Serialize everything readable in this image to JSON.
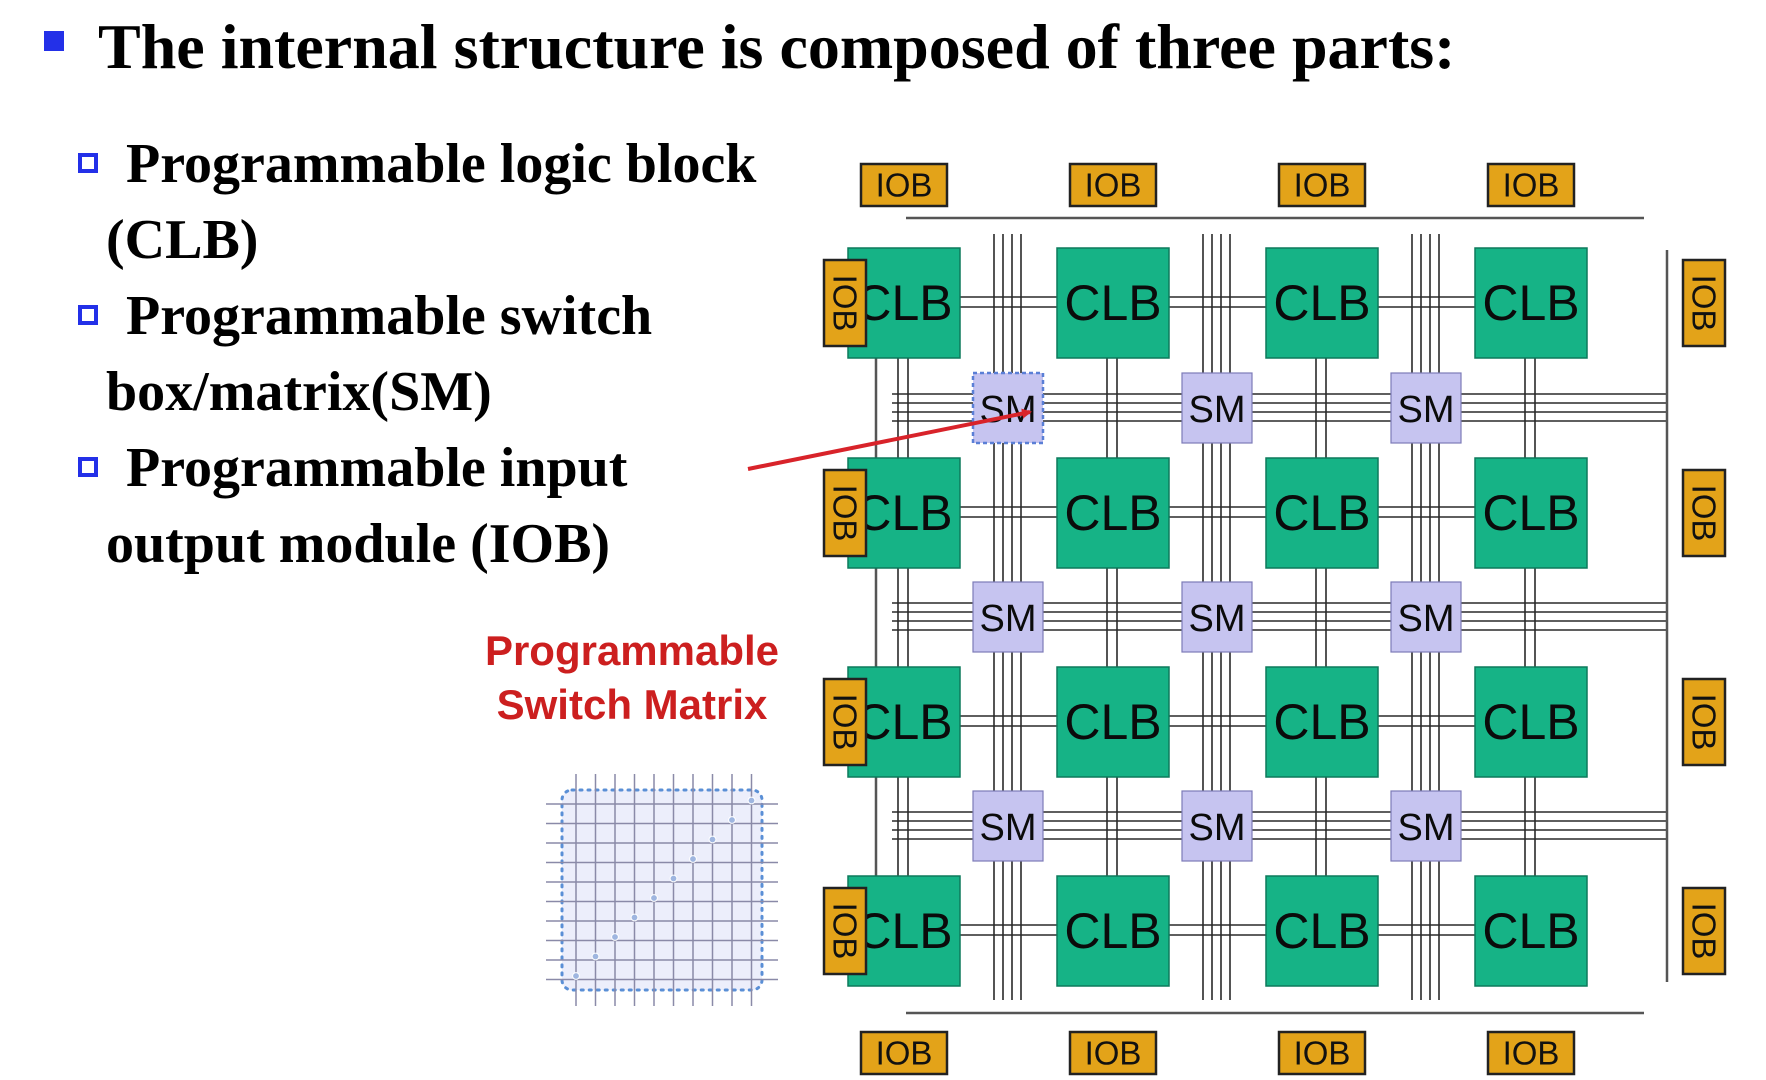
{
  "title": "The internal structure is composed of three parts:",
  "bullets": [
    {
      "line1": "Programmable logic block",
      "line2": "(CLB)"
    },
    {
      "line1": "Programmable switch",
      "line2": "box/matrix(SM)"
    },
    {
      "line1": "Programmable input",
      "line2": "output module (IOB)"
    }
  ],
  "switch_matrix_label": {
    "line1": "Programmable",
    "line2": "Switch Matrix"
  },
  "blocks": {
    "clb": "CLB",
    "sm": "SM",
    "iob": "IOB"
  },
  "grid": {
    "clb_rows": 4,
    "clb_cols": 4,
    "sm_rows": 3,
    "sm_cols": 3,
    "iob_per_side": 4
  },
  "colors": {
    "clb": "#16b386",
    "sm": "#c6c4f0",
    "iob": "#e3a319",
    "bullet": "#2330e8",
    "arrow": "#d8232a",
    "label": "#cc1f1f"
  }
}
